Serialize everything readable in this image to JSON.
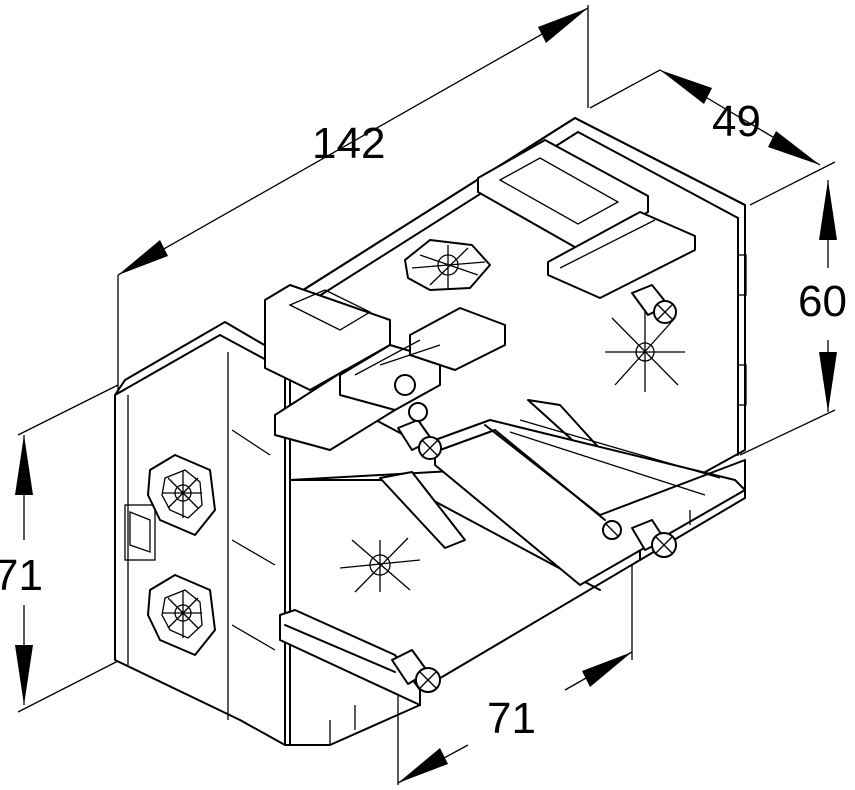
{
  "dimensions": {
    "length": "142",
    "depth": "49",
    "inner_height": "60",
    "outer_height": "71",
    "spacing": "71"
  }
}
